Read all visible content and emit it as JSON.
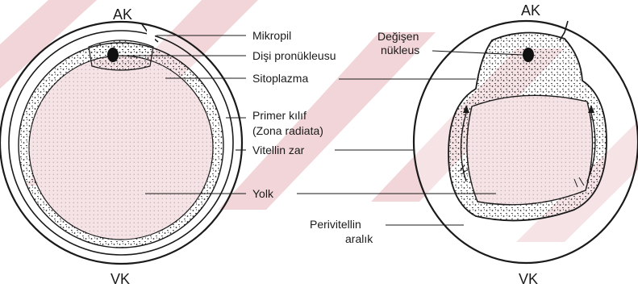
{
  "left_egg": {
    "top_pole": "AK",
    "bottom_pole": "VK"
  },
  "right_egg": {
    "top_pole": "AK",
    "bottom_pole": "VK"
  },
  "labels": {
    "micropyle": "Mikropil",
    "female_pronucleus": "Dişi pronükleusu",
    "cytoplasm": "Sitoplazma",
    "primary_envelope_line1": "Primer kılıf",
    "primary_envelope_line2": "(Zona radiata)",
    "vitelline_membrane": "Vitellin zar",
    "yolk": "Yolk",
    "changing_nucleus_line1": "Değişen",
    "changing_nucleus_line2": "nükleus",
    "perivitelline_line1": "Perivitellin",
    "perivitelline_line2": "aralık"
  },
  "colors": {
    "stripe": "#e8b3b9",
    "yolk_fill": "#f6e3e6",
    "ink": "#1a1a1a"
  }
}
